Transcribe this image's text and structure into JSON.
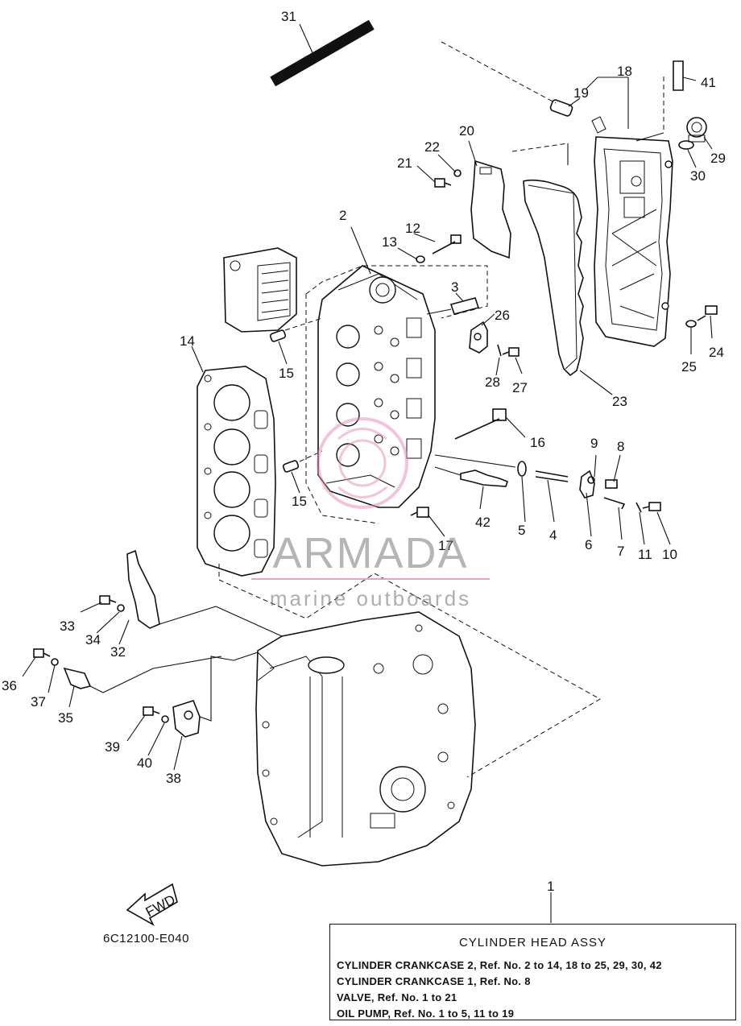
{
  "callouts": [
    "1",
    "2",
    "3",
    "4",
    "5",
    "6",
    "7",
    "8",
    "9",
    "10",
    "11",
    "12",
    "13",
    "14",
    "15",
    "15",
    "16",
    "17",
    "18",
    "19",
    "20",
    "21",
    "22",
    "23",
    "24",
    "25",
    "26",
    "27",
    "28",
    "29",
    "30",
    "31",
    "32",
    "33",
    "34",
    "35",
    "36",
    "37",
    "38",
    "39",
    "40",
    "41",
    "42"
  ],
  "fwd_label": "FWD",
  "diagram_code": "6C12100-E040",
  "watermark": {
    "brand": "ARMADA",
    "tagline": "marine outboards"
  },
  "info_box": {
    "title": "CYLINDER  HEAD ASSY",
    "lines": [
      "CYLINDER CRANKCASE 2,  Ref. No. 2 to 14, 18 to 25, 29, 30, 42",
      "CYLINDER CRANKCASE 1,  Ref. No. 8",
      "VALVE,  Ref. No. 1 to 21",
      "OIL PUMP,  Ref. No. 1 to 5, 11 to 19"
    ]
  }
}
